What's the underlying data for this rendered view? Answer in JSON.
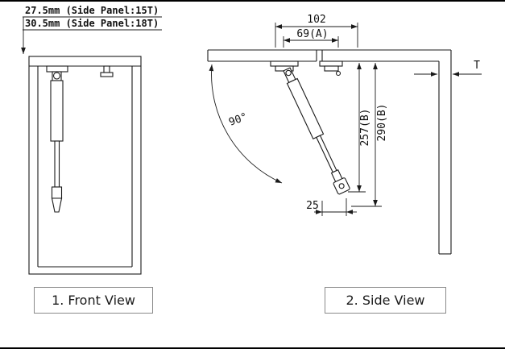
{
  "drawing": {
    "notes": {
      "panel_15t": "27.5mm (Side Panel:15T)",
      "panel_18t": "30.5mm (Side Panel:18T)"
    },
    "front_view": {
      "caption": "1. Front View"
    },
    "side_view": {
      "caption": "2. Side View",
      "dims": {
        "width_top": "102",
        "offset_a": "69(A)",
        "length_b1": "257(B)",
        "length_b2": "290(B)",
        "angle": "90°",
        "offset_bottom": "25",
        "thickness": "T"
      }
    }
  }
}
